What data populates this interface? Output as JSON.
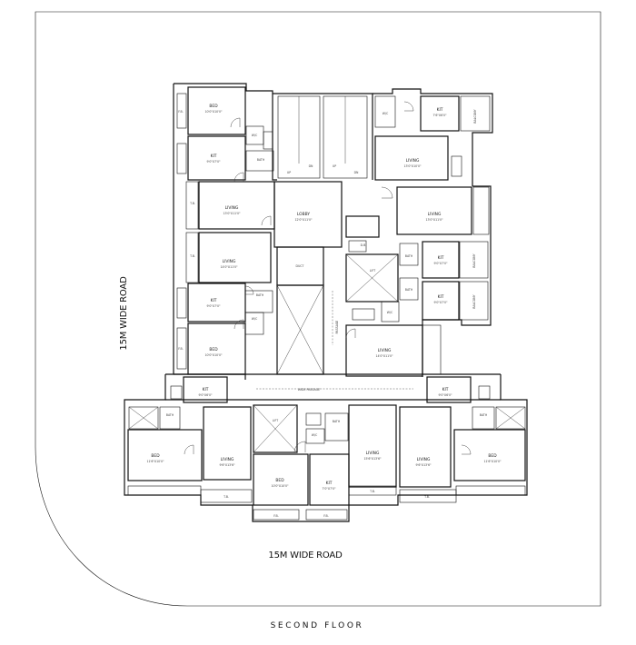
{
  "site": {
    "road_left": "15M WIDE ROAD",
    "road_bottom": "15M WIDE ROAD",
    "floor_title": "SECOND FLOOR"
  },
  "rooms": {
    "bed_nw": "BED",
    "bed_nw_dim": "10'0\"X10'0\"",
    "kit_nw": "KIT",
    "kit_nw_dim": "9'0\"X7'0\"",
    "wc_nw": "W/C",
    "bath_nw": "BATH",
    "living_w1": "LIVING",
    "living_w1_dim": "13'0\"X11'0\"",
    "lobby": "LOBBY",
    "lobby_dim": "12'0\"X11'0\"",
    "living_w2": "LIVING",
    "living_w2_dim": "14'0\"X11'0\"",
    "kit_w2": "KIT",
    "kit_w2_dim": "9'0\"X7'0\"",
    "bath_w2": "BATH",
    "wc_w2": "W/C",
    "bed_w2": "BED",
    "bed_w2_dim": "10'0\"X10'0\"",
    "duct": "DUCT",
    "kit_ne": "KIT",
    "kit_ne_dim": "7'6\"X6'0\"",
    "balcony_ne": "BALCONY",
    "wc_ne": "W/C",
    "living_ne": "LIVING",
    "living_ne_dim": "13'0\"X10'0\"",
    "living_e1": "LIVING",
    "living_e1_dim": "13'0\"X11'0\"",
    "kit_e1": "KIT",
    "kit_e1_dim": "9'0\"X7'0\"",
    "kit_e2": "KIT",
    "kit_e2_dim": "9'0\"X7'0\"",
    "balcony_e1": "BALCONY",
    "balcony_e2": "BALCONY",
    "bath_e1": "BATH",
    "bath_e2": "BATH",
    "wc_e": "W/C",
    "living_e2": "LIVING",
    "living_e2_dim": "14'0\"X11'0\"",
    "kit_sw": "KIT",
    "kit_sw_dim": "9'0\"X6'0\"",
    "bath_sw": "BATH",
    "bed_sw": "BED",
    "bed_sw_dim": "11'6\"X10'0\"",
    "living_sw": "LIVING",
    "living_sw_dim": "9'6\"X13'6\"",
    "bath_sc": "BATH",
    "wc_sc": "W/C",
    "living_sc": "LIVING",
    "living_sc_dim": "15'6\"X13'6\"",
    "bed_sc": "BED",
    "bed_sc_dim": "10'0\"X10'0\"",
    "kit_sc": "KIT",
    "kit_sc_dim": "7'0\"X7'0\"",
    "living_se": "LIVING",
    "living_se_dim": "9'6\"X13'6\"",
    "kit_se": "KIT",
    "kit_se_dim": "9'0\"X6'0\"",
    "bath_se": "BATH",
    "bed_se": "BED",
    "bed_se_dim": "11'6\"X10'0\"",
    "lift": "LIFT",
    "passage": "PASSAGE",
    "passage_dim": "WIDE PASSAGE"
  },
  "marks": {
    "up": "UP",
    "dn": "DN",
    "fb": "F.B.",
    "db": "D.B.",
    "tb": "T.B."
  }
}
